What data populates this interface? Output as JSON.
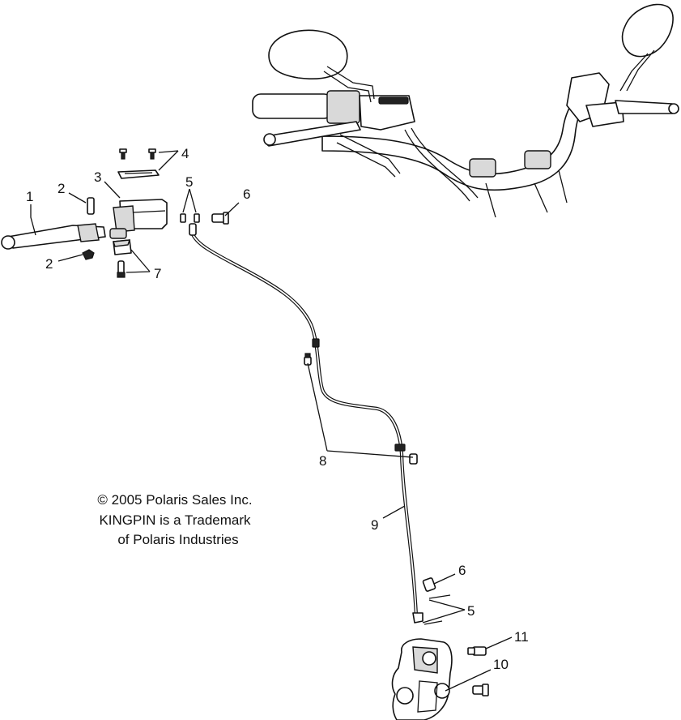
{
  "callouts": {
    "c1": "1",
    "c2a": "2",
    "c2b": "2",
    "c3": "3",
    "c4": "4",
    "c5a": "5",
    "c5b": "5",
    "c6a": "6",
    "c6b": "6",
    "c7": "7",
    "c8": "8",
    "c9": "9",
    "c10": "10",
    "c11": "11"
  },
  "copyright": {
    "line1": "© 2005 Polaris Sales Inc.",
    "line2": "KINGPIN is a Trademark",
    "line3": "of Polaris Industries"
  },
  "colors": {
    "ink": "#111111",
    "background": "#ffffff"
  }
}
